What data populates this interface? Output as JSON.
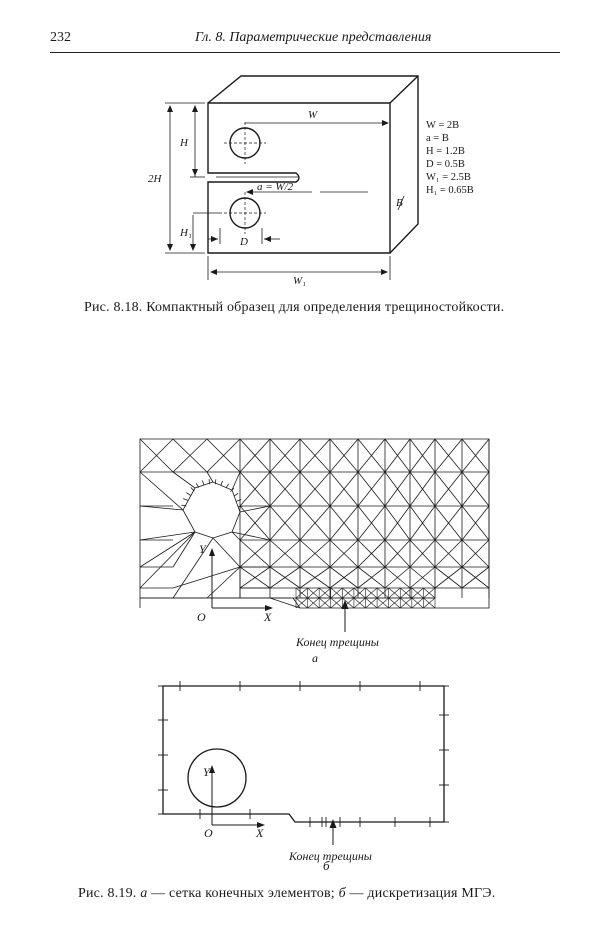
{
  "page": {
    "number": "232",
    "running_head": "Гл. 8. Параметрические представления"
  },
  "figure_8_18": {
    "caption_label": "Рис. 8.18.",
    "caption_text": "Компактный образец для определения трещиностойкости.",
    "dims": {
      "W": "W",
      "H": "H",
      "two_H": "2H",
      "H1": "H₁",
      "D": "D",
      "a": "a = W/2",
      "B": "B",
      "W1": "W₁"
    },
    "legend": [
      "W = 2B",
      "a = B",
      "H = 1.2B",
      "D = 0.5B",
      "W₁ = 2.5B",
      "H₁ = 0.65B"
    ]
  },
  "figure_8_19a": {
    "axis_y": "Y",
    "axis_x": "X",
    "origin": "O",
    "crack_tip_label": "Конец трещины",
    "sub_label": "а"
  },
  "figure_8_19b": {
    "axis_y": "Y",
    "axis_x": "X",
    "origin": "O",
    "crack_tip_label": "Конец трещины",
    "sub_label": "б"
  },
  "caption_8_19": {
    "label": "Рис. 8.19.",
    "a_letter": "а",
    "a_text": " — сетка конечных элементов; ",
    "b_letter": "б",
    "b_text": " — дискретизация МГЭ."
  }
}
